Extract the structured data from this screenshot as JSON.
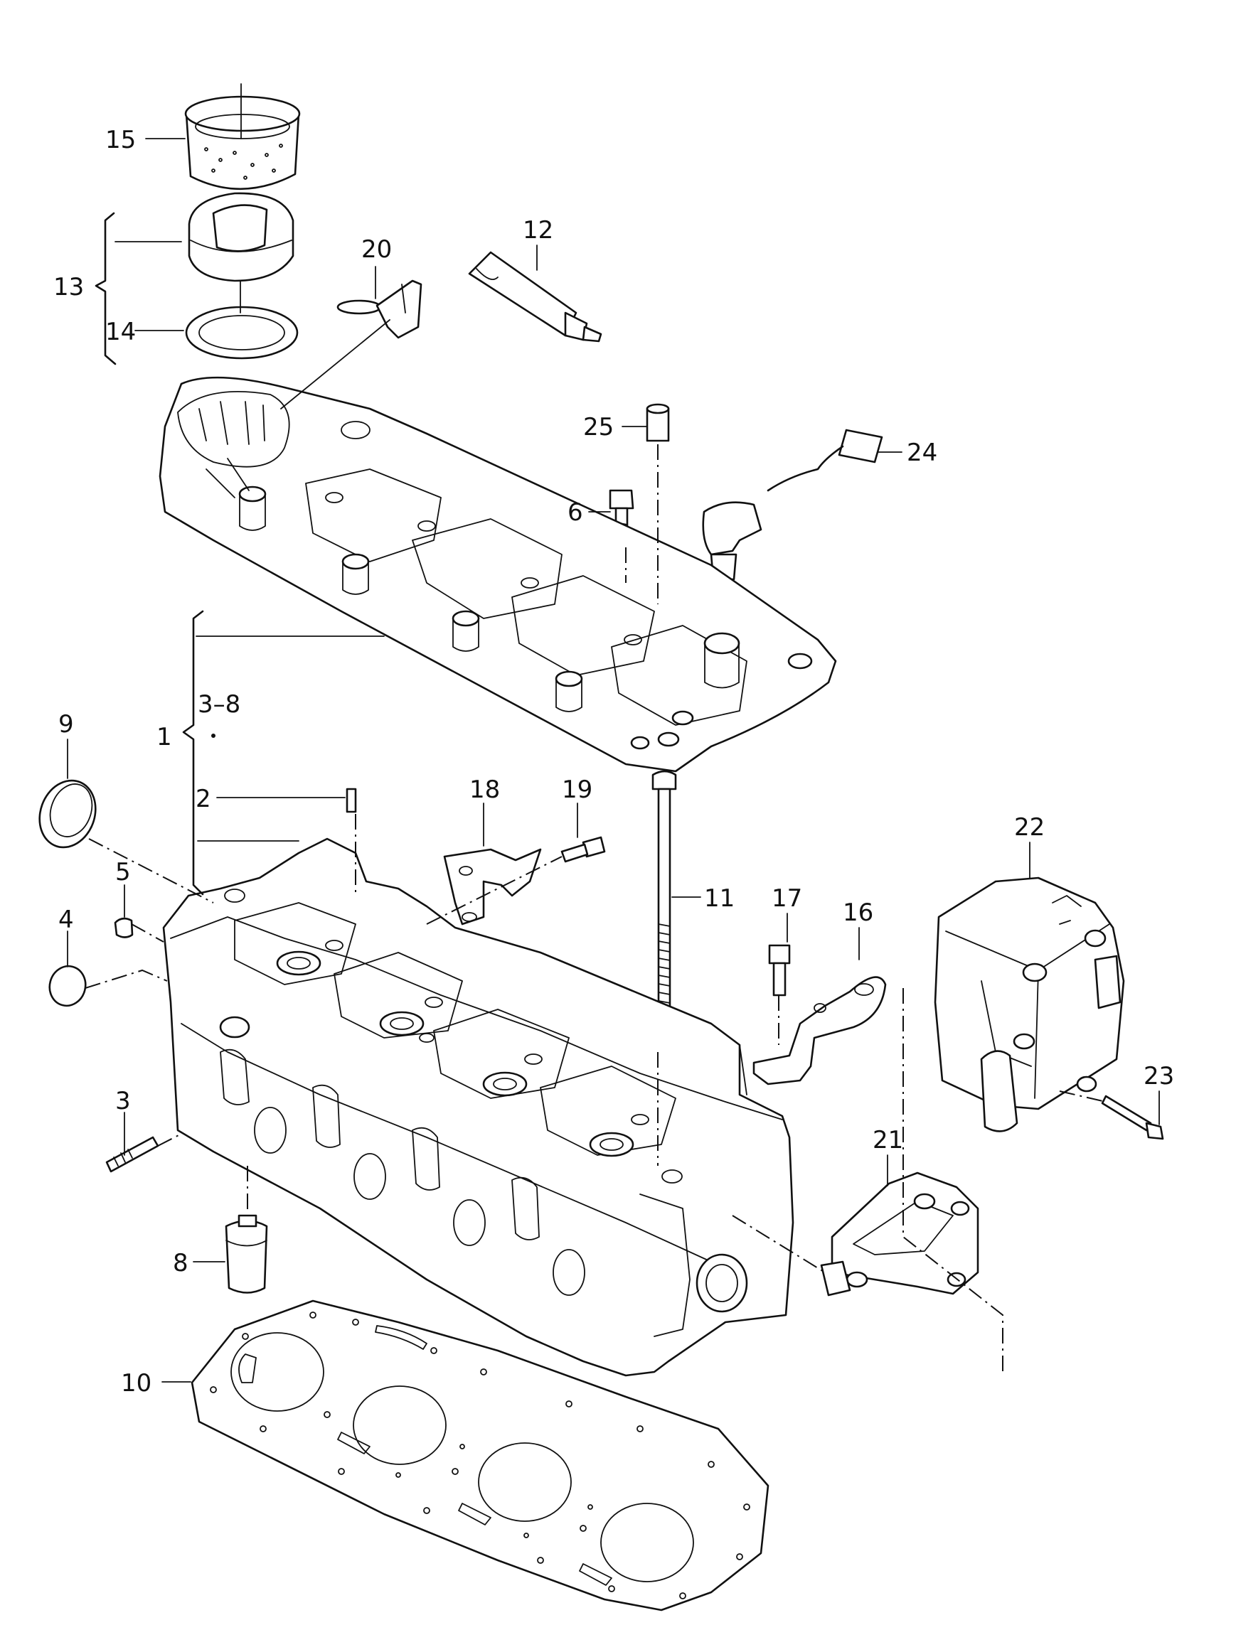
{
  "diagram": {
    "labels": {
      "p1": "1",
      "p2": "2",
      "p3": "3",
      "p3_8": "3–8",
      "p4": "4",
      "p5": "5",
      "p6": "6",
      "p8": "8",
      "p9": "9",
      "p10": "10",
      "p11": "11",
      "p12": "12",
      "p13": "13",
      "p14": "14",
      "p15": "15",
      "p16": "16",
      "p17": "17",
      "p18": "18",
      "p19": "19",
      "p20": "20",
      "p21": "21",
      "p22": "22",
      "p23": "23",
      "p24": "24",
      "p25": "25"
    }
  }
}
